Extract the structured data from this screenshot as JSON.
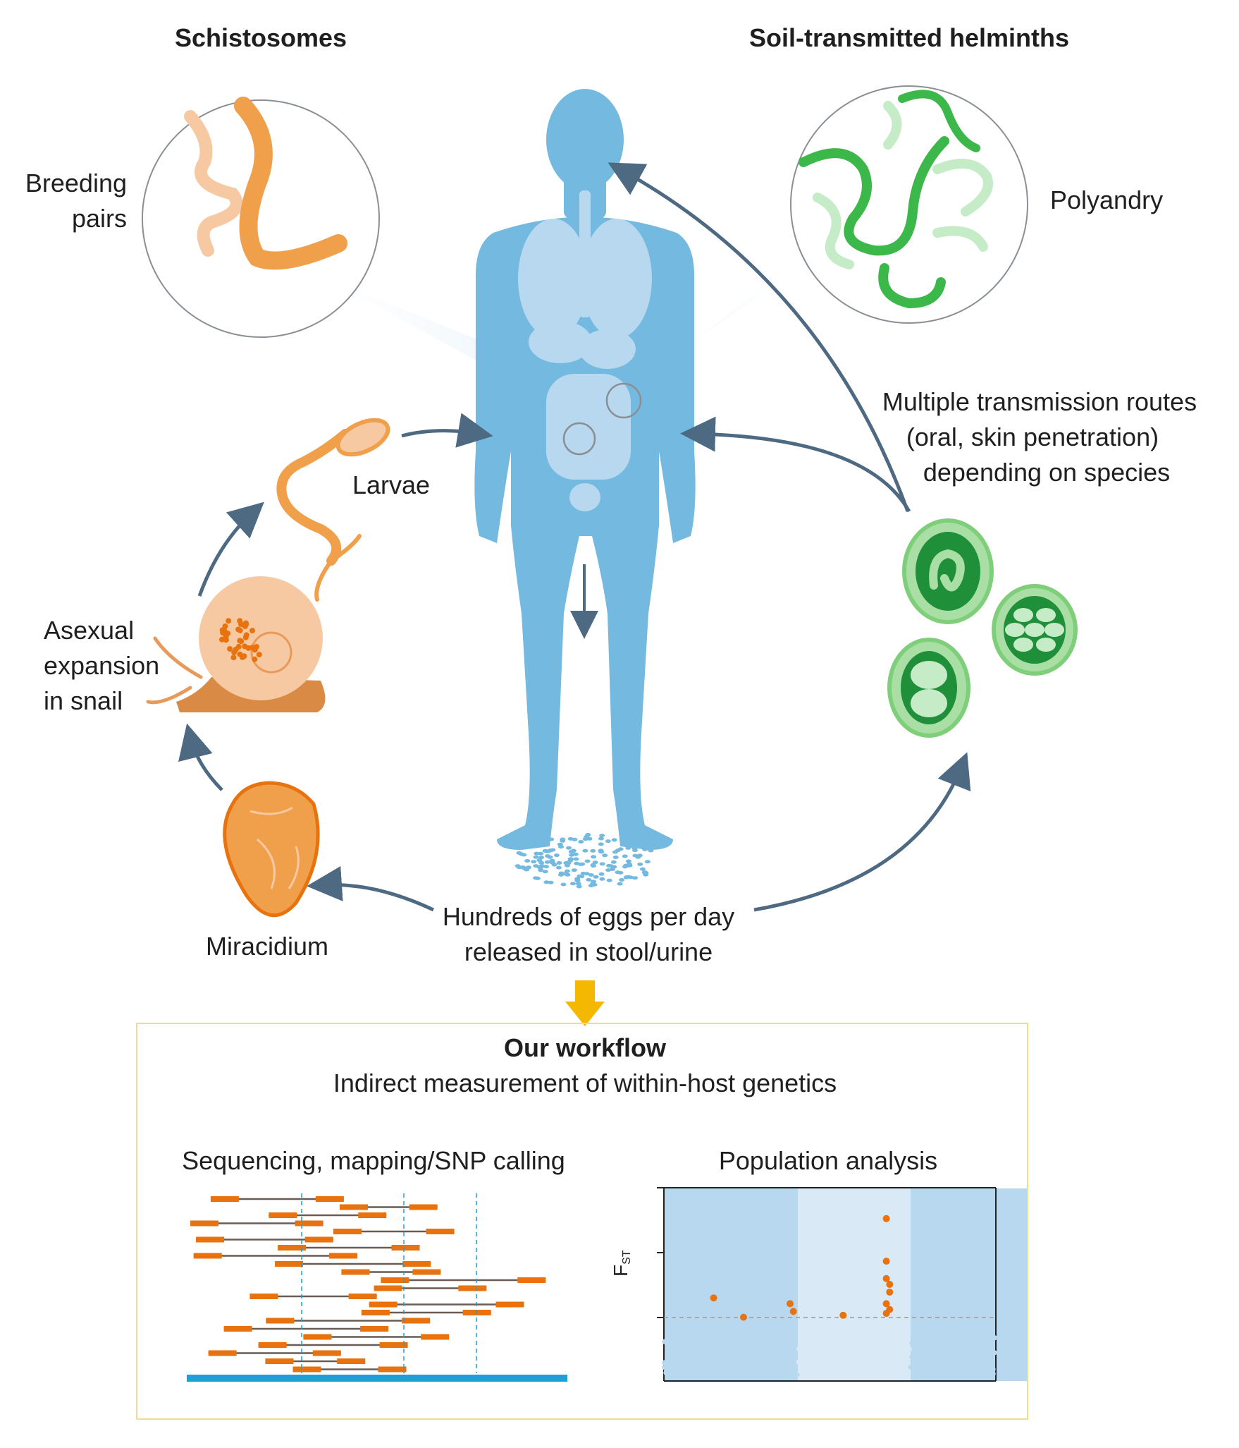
{
  "headings": {
    "schistosomes": "Schistosomes",
    "sth": "Soil-transmitted helminths"
  },
  "labels": {
    "breeding_pairs_1": "Breeding",
    "breeding_pairs_2": "pairs",
    "polyandry": "Polyandry",
    "larvae": "Larvae",
    "asexual_1": "Asexual",
    "asexual_2": "expansion",
    "asexual_3": "in snail",
    "miracidium": "Miracidium",
    "routes_1": "Multiple transmission routes",
    "routes_2": "(oral, skin penetration)",
    "routes_3": "depending on species",
    "eggs_1": "Hundreds of eggs per day",
    "eggs_2": "released in stool/urine"
  },
  "workflow": {
    "title": "Our workflow",
    "subtitle": "Indirect measurement of within-host genetics",
    "seq_title": "Sequencing, mapping/SNP calling",
    "pop_title": "Population analysis",
    "ylabel": "F",
    "ylabel_sub": "ST"
  },
  "colors": {
    "human": "#74b9e0",
    "schisto_orange": "#f0a04b",
    "sth_green": "#3cb84a",
    "arrow": "#4e6a82",
    "workflow_arrow": "#f5b800",
    "read_orange": "#e8730e",
    "ref_blue": "#1f9fd8",
    "box_border": "#f0dc8a"
  },
  "chart_data": {
    "type": "scatter",
    "title": "Population analysis",
    "ylabel": "FST",
    "threshold_line": "dashed",
    "highlight_points": [
      {
        "x": 0.15,
        "y": 0.43
      },
      {
        "x": 0.24,
        "y": 0.33
      },
      {
        "x": 0.38,
        "y": 0.4
      },
      {
        "x": 0.39,
        "y": 0.36
      },
      {
        "x": 0.54,
        "y": 0.34
      },
      {
        "x": 0.67,
        "y": 0.84
      },
      {
        "x": 0.67,
        "y": 0.62
      },
      {
        "x": 0.67,
        "y": 0.53
      },
      {
        "x": 0.68,
        "y": 0.5
      },
      {
        "x": 0.68,
        "y": 0.46
      },
      {
        "x": 0.67,
        "y": 0.4
      },
      {
        "x": 0.68,
        "y": 0.37
      },
      {
        "x": 0.67,
        "y": 0.35
      }
    ],
    "ylim": [
      0,
      1
    ],
    "grid": false
  }
}
